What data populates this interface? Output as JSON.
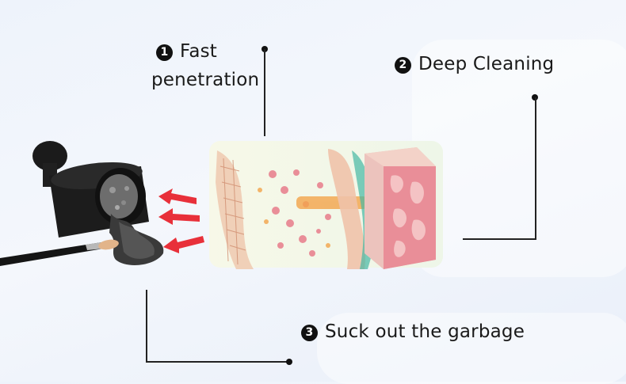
{
  "steps": [
    {
      "number": "1",
      "line1": "Fast",
      "line2": "penetration"
    },
    {
      "number": "2",
      "text": "Deep Cleaning"
    },
    {
      "number": "3",
      "text": "Suck out the garbage"
    }
  ],
  "colors": {
    "arrow": "#e8303a",
    "skin_pink": "#e98e98",
    "skin_teal": "#46b8a4",
    "accent_orange": "#f3a44a"
  }
}
